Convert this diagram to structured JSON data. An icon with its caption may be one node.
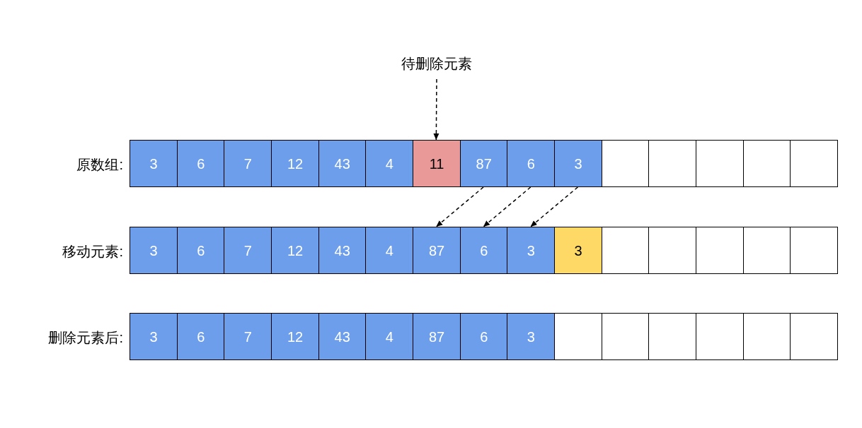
{
  "diagram": {
    "nodes": [
      {
        "text": [
          "待删除元素"
        ]
      },
      {
        "text": [
          "3"
        ]
      },
      {
        "text": [
          "6"
        ]
      },
      {
        "text": [
          "7"
        ]
      },
      {
        "text": [
          "12"
        ]
      },
      {
        "text": [
          "43"
        ]
      },
      {
        "text": [
          "4"
        ]
      },
      {
        "text": [
          "11"
        ]
      },
      {
        "text": [
          "87"
        ]
      },
      {
        "text": [
          "6"
        ]
      },
      {
        "text": [
          "3"
        ]
      },
      {
        "text": [],
        "shape": "box"
      },
      {
        "text": [],
        "shape": "box"
      },
      {
        "text": [],
        "shape": "box"
      },
      {
        "text": [],
        "shape": "box"
      },
      {
        "text": [],
        "shape": "box"
      },
      {
        "text": [
          "3"
        ]
      },
      {
        "text": [
          "6"
        ]
      },
      {
        "text": [
          "7"
        ]
      },
      {
        "text": [
          "12"
        ]
      },
      {
        "text": [
          "43"
        ]
      },
      {
        "text": [
          "4"
        ]
      },
      {
        "text": [
          "87"
        ]
      },
      {
        "text": [
          "6"
        ]
      },
      {
        "text": [
          "3"
        ]
      },
      {
        "text": [
          "3"
        ]
      },
      {
        "text": [],
        "shape": "box"
      },
      {
        "text": [],
        "shape": "box"
      },
      {
        "text": [],
        "shape": "box"
      },
      {
        "text": [],
        "shape": "box"
      },
      {
        "text": [],
        "shape": "box"
      },
      {
        "text": [
          "3"
        ]
      },
      {
        "text": [
          "6"
        ]
      },
      {
        "text": [
          "7"
        ]
      },
      {
        "text": [
          "12"
        ]
      },
      {
        "text": [
          "43"
        ]
      },
      {
        "text": [
          "4"
        ]
      },
      {
        "text": [
          "87"
        ]
      },
      {
        "text": [
          "6"
        ]
      },
      {
        "text": [
          "3"
        ]
      },
      {
        "text": [],
        "shape": "box"
      },
      {
        "text": [],
        "shape": "box"
      },
      {
        "text": [],
        "shape": "box"
      },
      {
        "text": [],
        "shape": "box"
      },
      {
        "text": [],
        "shape": "box"
      },
      {
        "text": [],
        "shape": "box"
      }
    ],
    "edges": [
      {
        "from": 0,
        "to": 7,
        "arrow": "to",
        "style": "dashed"
      },
      {
        "from": 8,
        "to": 22,
        "arrow": "to",
        "style": "dashed"
      },
      {
        "from": 9,
        "to": 23,
        "arrow": "to",
        "style": "dashed"
      },
      {
        "from": 10,
        "to": 24,
        "arrow": "to",
        "style": "dashed"
      }
    ],
    "labels": [
      "原数组:",
      "移动元素:",
      "删除元素后:"
    ]
  }
}
